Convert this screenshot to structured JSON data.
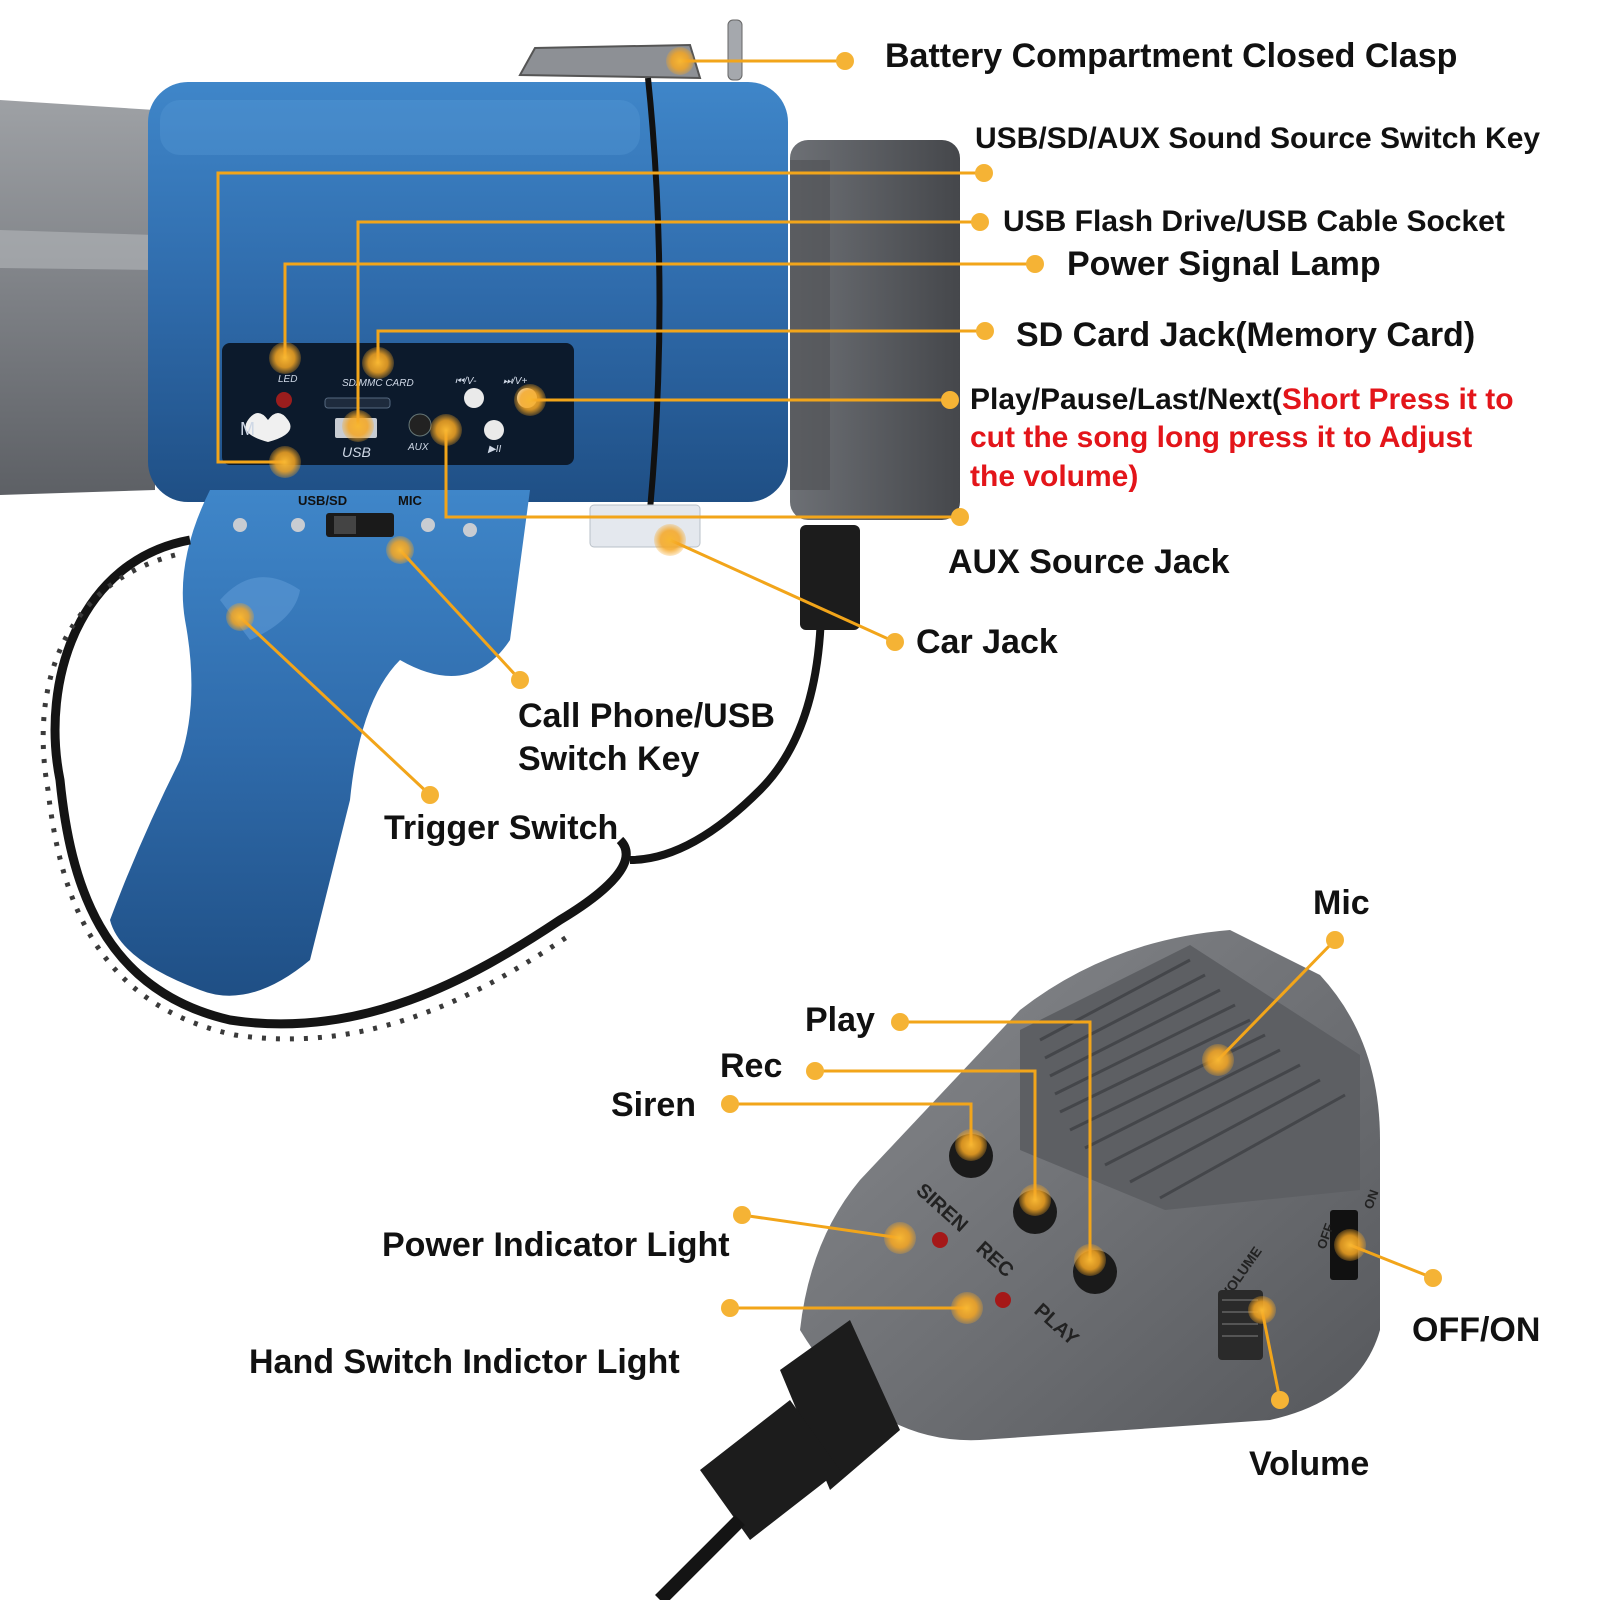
{
  "colors": {
    "leader": "#f2a51a",
    "dot": "#f5b335",
    "body_blue": "#2f6bab",
    "horn_gray": "#8a8d91",
    "mic_gray": "#6e7074",
    "note_red": "#e3151a"
  },
  "labels": {
    "battery_clasp": "Battery Compartment Closed Clasp",
    "source_switch_key": "USB/SD/AUX Sound Source Switch Key",
    "usb_socket": "USB Flash Drive/USB Cable Socket",
    "power_signal_lamp": "Power Signal Lamp",
    "sd_card_jack": "SD Card Jack(Memory Card)",
    "play_pause_prefix": "Play/Pause/Last/Next(",
    "play_pause_note_line1": "Short Press it to",
    "play_pause_note_line2": "cut the song long press it to Adjust",
    "play_pause_note_line3": "the volume)",
    "aux_source_jack": "AUX Source Jack",
    "car_jack": "Car Jack",
    "call_phone_line1": "Call Phone/USB",
    "call_phone_line2": "Switch Key",
    "trigger_switch": "Trigger Switch",
    "mic": "Mic",
    "play": "Play",
    "rec": "Rec",
    "siren": "Siren",
    "power_indicator": "Power Indicator Light",
    "hand_switch_indicator": "Hand Switch Indictor Light",
    "off_on": "OFF/ON",
    "volume": "Volume"
  },
  "device_markings": {
    "led": "LED",
    "sd_mmc_card": "SD/MMC CARD",
    "prev_vol": "⏮/V-",
    "next_vol": "⏭/V+",
    "m_key": "M",
    "usb": "USB",
    "aux": "AUX",
    "play_pause": "▶II",
    "usb_sd": "USB/SD",
    "mic_switch": "MIC",
    "siren_btn": "SIREN",
    "rec_btn": "REC",
    "play_btn": "PLAY",
    "volume_wheel": "VOLUME",
    "off": "OFF",
    "on": "ON"
  }
}
